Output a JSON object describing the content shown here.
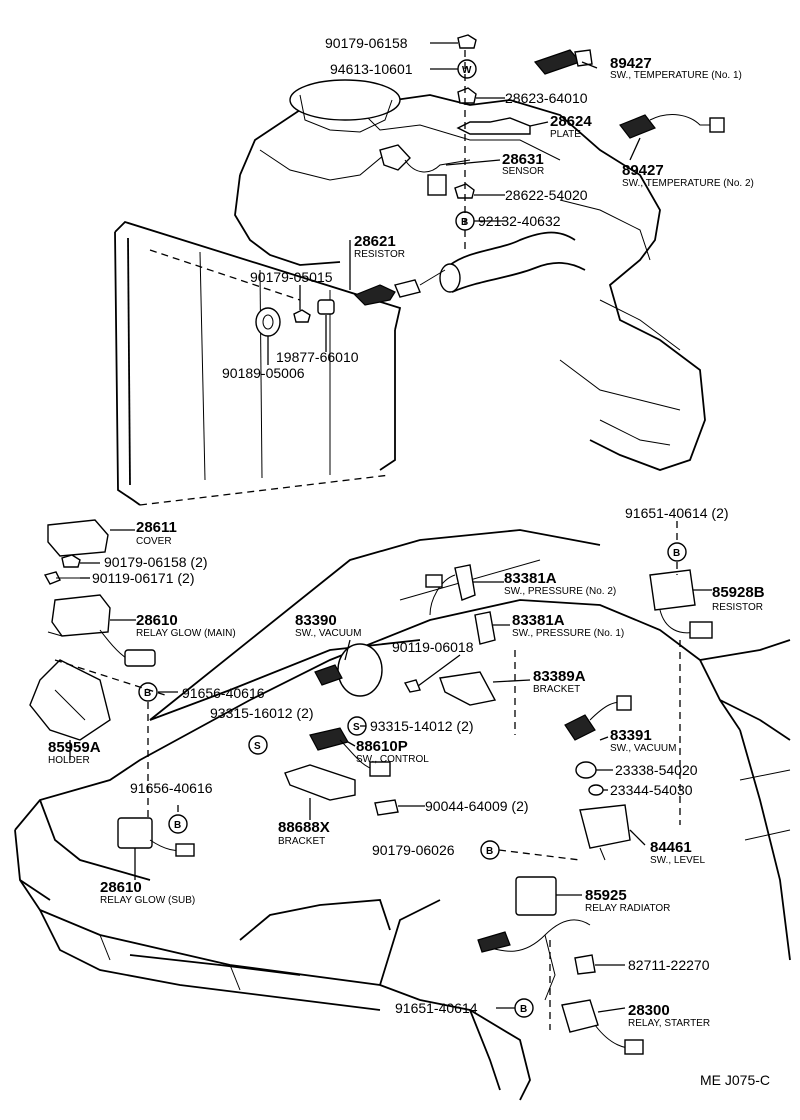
{
  "title": "ME J075-C",
  "callouts": [
    {
      "id": "90179_06158_top",
      "part": "90179-06158",
      "desc": ""
    },
    {
      "id": "94613_10601",
      "part": "94613-10601",
      "desc": ""
    },
    {
      "id": "89427_1",
      "part": "89427",
      "desc": "SW., TEMPERATURE (No. 1)"
    },
    {
      "id": "28623_64010",
      "part": "28623-64010",
      "desc": ""
    },
    {
      "id": "28624",
      "part": "28624",
      "desc": "PLATE"
    },
    {
      "id": "28631",
      "part": "28631",
      "desc": "SENSOR"
    },
    {
      "id": "89427_2",
      "part": "89427",
      "desc": "SW., TEMPERATURE (No. 2)"
    },
    {
      "id": "28622_54020",
      "part": "28622-54020",
      "desc": ""
    },
    {
      "id": "92132_40632",
      "part": "92132-40632",
      "desc": ""
    },
    {
      "id": "28621",
      "part": "28621",
      "desc": "RESISTOR"
    },
    {
      "id": "90179_05015",
      "part": "90179-05015",
      "desc": ""
    },
    {
      "id": "19877_66010",
      "part": "19877-66010",
      "desc": ""
    },
    {
      "id": "90189_05006",
      "part": "90189-05006",
      "desc": ""
    },
    {
      "id": "91651_40614_2",
      "part": "91651-40614 (2)",
      "desc": ""
    },
    {
      "id": "28611",
      "part": "28611",
      "desc": "COVER"
    },
    {
      "id": "90179_06158_2",
      "part": "90179-06158 (2)",
      "desc": ""
    },
    {
      "id": "90119_06171_2",
      "part": "90119-06171 (2)",
      "desc": ""
    },
    {
      "id": "85928B",
      "part": "85928B",
      "desc": "RESISTOR"
    },
    {
      "id": "83381A_2",
      "part": "83381A",
      "desc": "SW., PRESSURE (No. 2)"
    },
    {
      "id": "28610_main",
      "part": "28610",
      "desc": "RELAY GLOW (MAIN)"
    },
    {
      "id": "83390",
      "part": "83390",
      "desc": "SW., VACUUM"
    },
    {
      "id": "83381A_1",
      "part": "83381A",
      "desc": "SW., PRESSURE (No. 1)"
    },
    {
      "id": "90119_06018",
      "part": "90119-06018",
      "desc": ""
    },
    {
      "id": "83389A",
      "part": "83389A",
      "desc": "BRACKET"
    },
    {
      "id": "91656_40616_a",
      "part": "91656-40616",
      "desc": ""
    },
    {
      "id": "85959A",
      "part": "85959A",
      "desc": "HOLDER"
    },
    {
      "id": "93315_16012_2",
      "part": "93315-16012 (2)",
      "desc": ""
    },
    {
      "id": "93315_14012_2",
      "part": "93315-14012 (2)",
      "desc": ""
    },
    {
      "id": "83391",
      "part": "83391",
      "desc": "SW., VACUUM"
    },
    {
      "id": "88610P",
      "part": "88610P",
      "desc": "SW., CONTROL"
    },
    {
      "id": "23338_54020",
      "part": "23338-54020",
      "desc": ""
    },
    {
      "id": "91656_40616_b",
      "part": "91656-40616",
      "desc": ""
    },
    {
      "id": "23344_54030",
      "part": "23344-54030",
      "desc": ""
    },
    {
      "id": "90044_64009_2",
      "part": "90044-64009 (2)",
      "desc": ""
    },
    {
      "id": "88688X",
      "part": "88688X",
      "desc": "BRACKET"
    },
    {
      "id": "84461",
      "part": "84461",
      "desc": "SW., LEVEL"
    },
    {
      "id": "90179_06026",
      "part": "90179-06026",
      "desc": ""
    },
    {
      "id": "28610_sub",
      "part": "28610",
      "desc": "RELAY GLOW (SUB)"
    },
    {
      "id": "85925",
      "part": "85925",
      "desc": "RELAY RADIATOR"
    },
    {
      "id": "82711_22270",
      "part": "82711-22270",
      "desc": ""
    },
    {
      "id": "91651_40614",
      "part": "91651-40614",
      "desc": ""
    },
    {
      "id": "28300",
      "part": "28300",
      "desc": "RELAY, STARTER"
    }
  ],
  "ref_marks": {
    "W": "W",
    "B": "B",
    "S": "S"
  }
}
